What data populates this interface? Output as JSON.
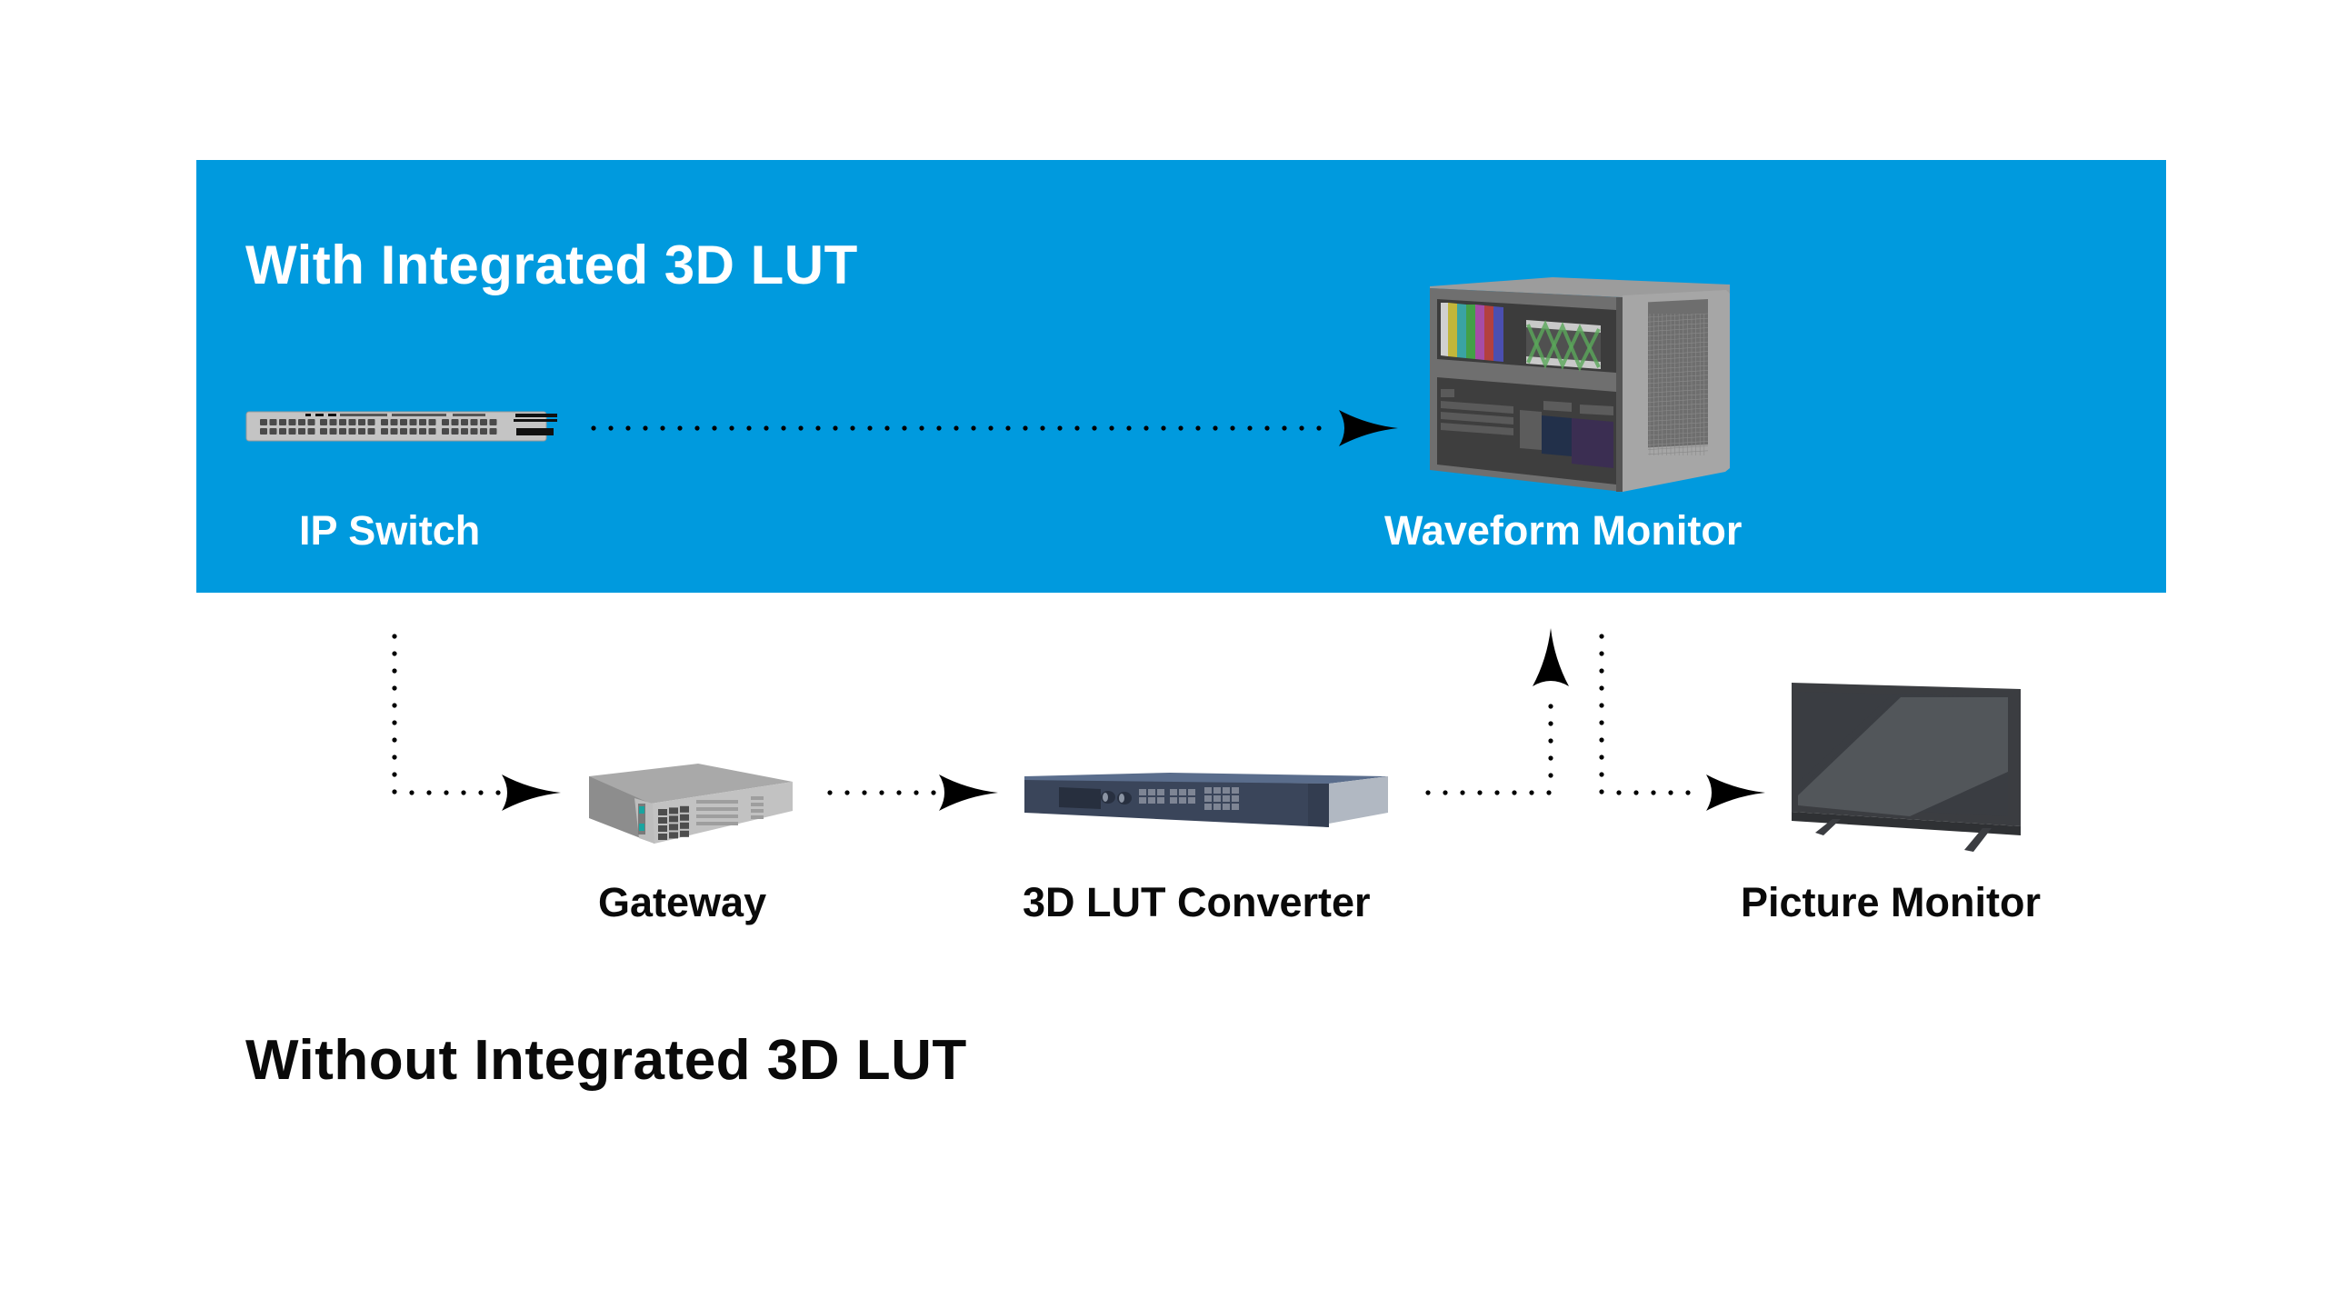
{
  "diagram": {
    "top_section": {
      "title": "With Integrated 3D LUT",
      "background_color": "#009ade",
      "devices": [
        {
          "id": "ip-switch",
          "label": "IP Switch",
          "icon": "network-switch-icon"
        },
        {
          "id": "waveform-monitor",
          "label": "Waveform Monitor",
          "icon": "waveform-monitor-icon"
        }
      ],
      "connections": [
        {
          "from": "ip-switch",
          "to": "waveform-monitor",
          "style": "dotted-arrow"
        }
      ]
    },
    "bottom_section": {
      "title": "Without Integrated 3D LUT",
      "devices": [
        {
          "id": "gateway",
          "label": "Gateway",
          "icon": "gateway-server-icon"
        },
        {
          "id": "lut-converter",
          "label": "3D LUT Converter",
          "icon": "rack-converter-icon"
        },
        {
          "id": "picture-monitor",
          "label": "Picture Monitor",
          "icon": "picture-monitor-icon"
        }
      ],
      "connections": [
        {
          "from": "ip-switch",
          "to": "gateway",
          "style": "dotted-arrow"
        },
        {
          "from": "gateway",
          "to": "lut-converter",
          "style": "dotted-arrow"
        },
        {
          "from": "lut-converter",
          "to": "waveform-monitor",
          "style": "dotted-arrow"
        },
        {
          "from": "waveform-monitor",
          "to": "picture-monitor",
          "style": "dotted-arrow"
        }
      ]
    }
  }
}
